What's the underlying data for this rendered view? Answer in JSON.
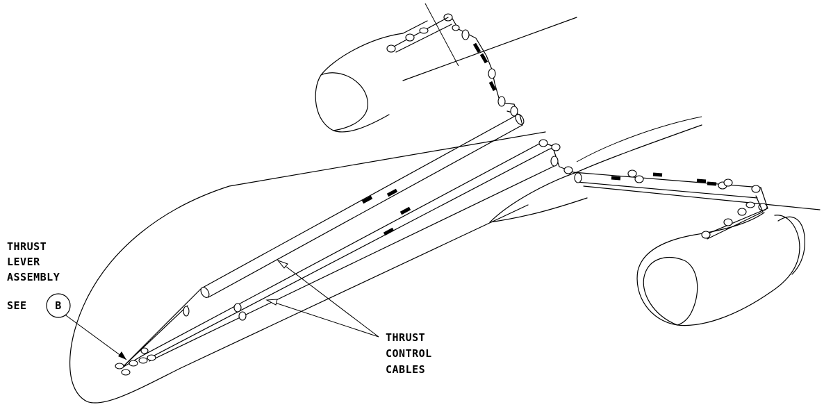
{
  "labels": {
    "lever": {
      "line1": "THRUST",
      "line2": "LEVER",
      "line3": "ASSEMBLY",
      "see": "SEE",
      "ref": "B"
    },
    "cables": {
      "line1": "THRUST",
      "line2": "CONTROL",
      "line3": "CABLES"
    }
  }
}
